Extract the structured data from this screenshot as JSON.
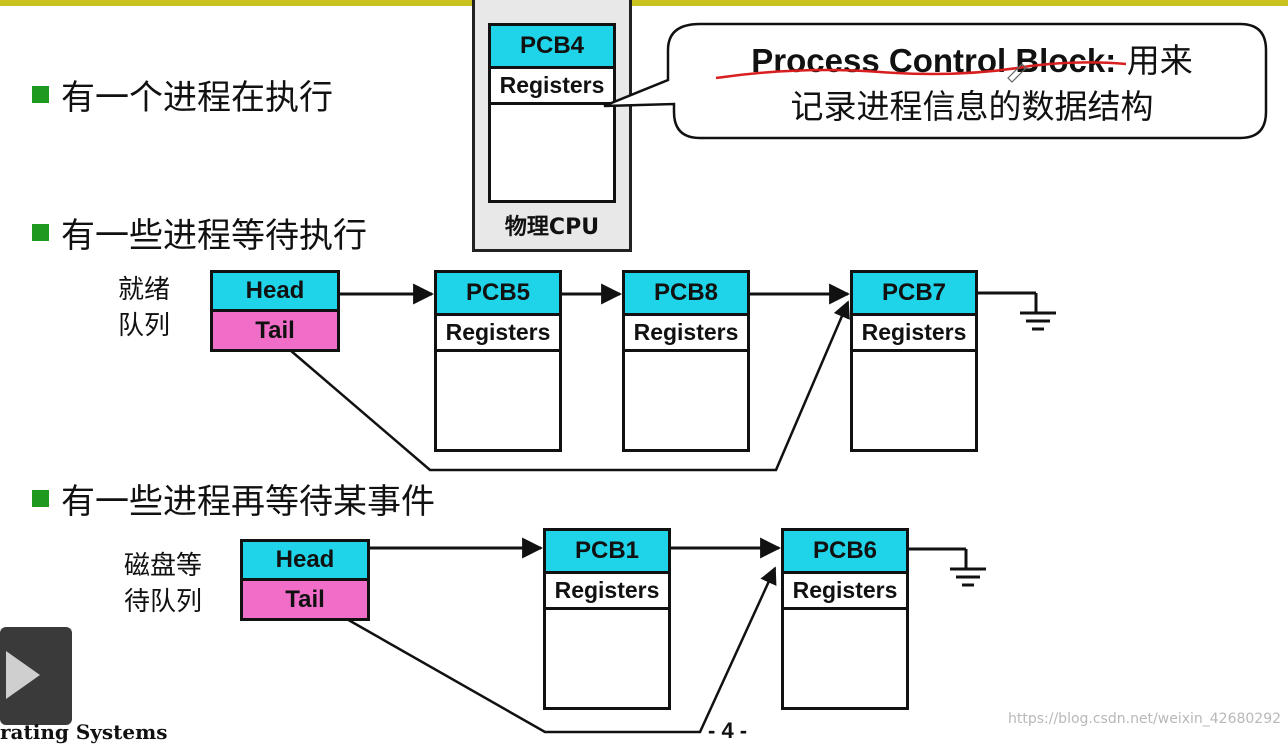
{
  "bullets": {
    "running": "有一个进程在执行",
    "ready": "有一些进程等待执行",
    "waiting": "有一些进程再等待某事件"
  },
  "cpu": {
    "label": "物理CPU",
    "pcb": {
      "name": "PCB4",
      "registers": "Registers"
    }
  },
  "callout": {
    "term": "Process Control Block:",
    "line1_rest": " 用来",
    "line2": "记录进程信息的数据结构"
  },
  "ready_queue": {
    "label_line1": "就绪",
    "label_line2": "队列",
    "head": "Head",
    "tail": "Tail",
    "pcbs": [
      {
        "name": "PCB5",
        "registers": "Registers"
      },
      {
        "name": "PCB8",
        "registers": "Registers"
      },
      {
        "name": "PCB7",
        "registers": "Registers"
      }
    ]
  },
  "disk_queue": {
    "label_line1": "磁盘等",
    "label_line2": "待队列",
    "head": "Head",
    "tail": "Tail",
    "pcbs": [
      {
        "name": "PCB1",
        "registers": "Registers"
      },
      {
        "name": "PCB6",
        "registers": "Registers"
      }
    ]
  },
  "footer": {
    "course": "rating Systems",
    "page": "- 4 -",
    "watermark": "https://blog.csdn.net/weixin_42680292"
  },
  "colors": {
    "pcb_name_fill": "#1fd3e8",
    "tail_fill": "#f06ec8",
    "bullet": "#1f9a1f",
    "top_rule": "#c8c21e",
    "annotation_stroke": "#d81e1e"
  }
}
